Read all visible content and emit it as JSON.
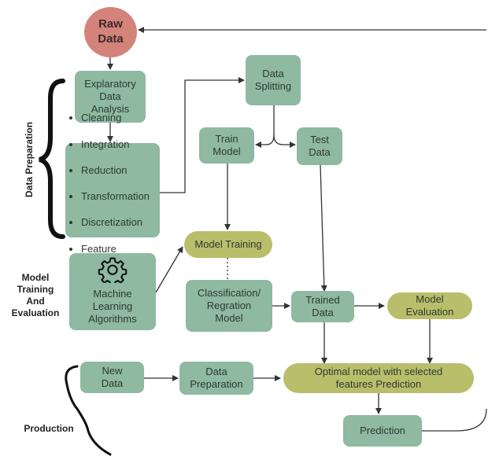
{
  "raw_data": "Raw\nData",
  "eda": "Explaratory\nData\nAnalysis",
  "prep_steps": [
    "Cleaning",
    "Integration",
    "Reduction",
    "Transformation",
    "Discretization",
    "Feature\nEngineering"
  ],
  "data_splitting": "Data\nSplitting",
  "train_model": "Train\nModel",
  "test_data": "Test\nData",
  "model_training": "Model Training",
  "ml_algorithms": "Machine\nLearning\nAlgorithms",
  "classification_model": "Classification/\nRegration\nModel",
  "trained_data": "Trained\nData",
  "model_evaluation": "Model\nEvaluation",
  "new_data": "New\nData",
  "data_preparation_box": "Data\nPreparation",
  "optimal_model": "Optimal model with selected\nfeatures Prediction",
  "prediction": "Prediction",
  "section_data_preparation": "Data Preparation",
  "section_model_training": "Model\nTraining\nAnd\nEvaluation",
  "section_production": "Production",
  "icon_gear": "gear-icon",
  "colors": {
    "node": "#8fb9a0",
    "pill": "#b9be6a",
    "raw": "#d4837a",
    "line": "#333333"
  }
}
